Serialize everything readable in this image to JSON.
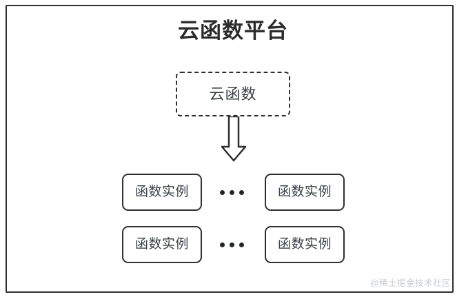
{
  "diagram": {
    "title": "云函数平台",
    "cloud_function": {
      "label": "云函数",
      "border_style": "dashed"
    },
    "arrow": {
      "icon": "down-block-arrow",
      "direction": "down"
    },
    "instance_rows": [
      {
        "left_label": "函数实例",
        "ellipsis": "•••",
        "right_label": "函数实例"
      },
      {
        "left_label": "函数实例",
        "ellipsis": "•••",
        "right_label": "函数实例"
      }
    ],
    "watermark": "@稀土掘金技术社区",
    "colors": {
      "stroke": "#2e2e2e",
      "title_text": "#2b2b2b",
      "box_text": "#3a3f47",
      "watermark_text": "#c9cbcf",
      "background": "#ffffff"
    }
  }
}
